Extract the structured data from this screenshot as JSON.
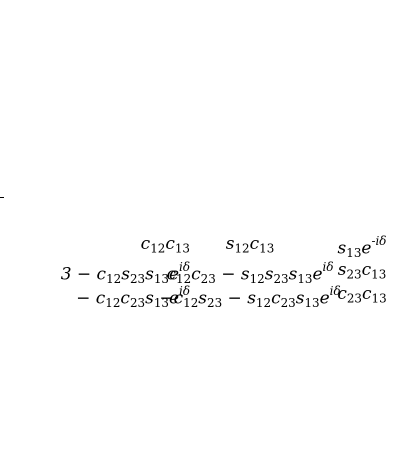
{
  "matrix": {
    "rows": [
      {
        "col0": "c12c13",
        "col1": "s12c13",
        "col2": "s13e^{-iδ}"
      },
      {
        "col0": "3 − c12s23s13e^{iδ}",
        "col1": "c12c23 − s12s23s13e^{iδ}",
        "col2": "s23c13"
      },
      {
        "col0": "− c12c23s13e^{iδ}",
        "col1": "−c12s23 − s12c23s13e^{iδ}",
        "col2": "c23c13"
      }
    ]
  }
}
